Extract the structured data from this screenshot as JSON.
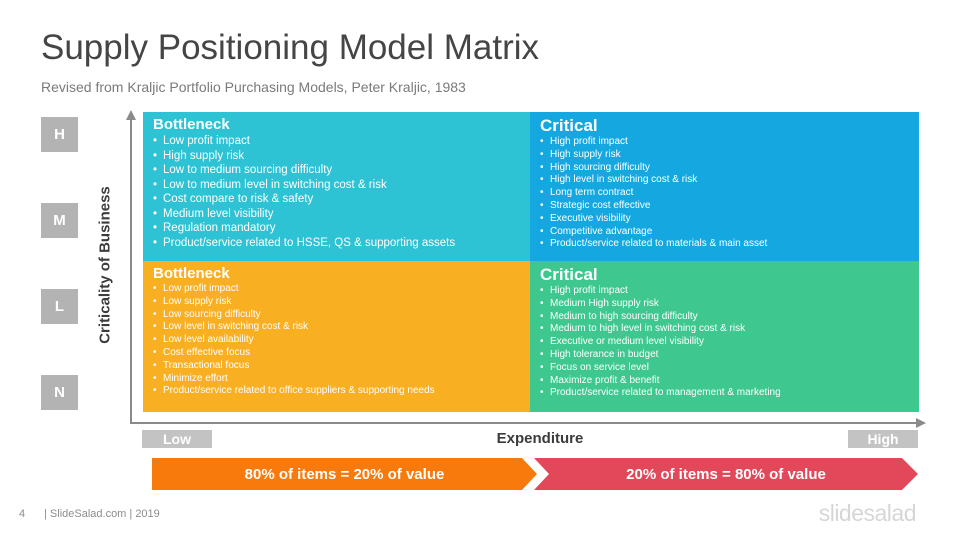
{
  "header": {
    "title": "Supply Positioning Model Matrix",
    "subtitle": "Revised from Kraljic Portfolio Purchasing Models, Peter Kraljic, 1983"
  },
  "y_axis": {
    "label": "Criticality of Business",
    "levels": [
      "H",
      "M",
      "L",
      "N"
    ]
  },
  "x_axis": {
    "label": "Expenditure",
    "low": "Low",
    "high": "High"
  },
  "quadrants": {
    "top_left": {
      "title": "Bottleneck",
      "color": "#2dc3d4",
      "items": [
        "Low profit impact",
        "High supply risk",
        "Low to medium sourcing difficulty",
        "Low to medium level in switching cost & risk",
        "Cost compare to risk & safety",
        "Medium level visibility",
        "Regulation mandatory",
        "Product/service related to HSSE, QS & supporting assets"
      ]
    },
    "top_right": {
      "title": "Critical",
      "color": "#15a8e0",
      "items": [
        "High profit impact",
        "High supply risk",
        "High sourcing difficulty",
        "High level in switching cost & risk",
        "Long term contract",
        "Strategic cost effective",
        "Executive visibility",
        "Competitive advantage",
        "Product/service related to  materials & main asset"
      ]
    },
    "bottom_left": {
      "title": "Bottleneck",
      "color": "#f8af22",
      "items": [
        "Low profit impact",
        "Low supply risk",
        "Low sourcing difficulty",
        "Low level in switching cost & risk",
        "Low level availability",
        "Cost effective focus",
        "Transactional focus",
        "Minimize effort",
        "Product/service related to office suppliers & supporting needs"
      ]
    },
    "bottom_right": {
      "title": "Critical",
      "color": "#3ec88f",
      "items": [
        "High profit impact",
        "Medium High supply risk",
        "Medium to high sourcing difficulty",
        "Medium to high level in switching cost & risk",
        "Executive or medium level visibility",
        "High tolerance in budget",
        "Focus on service level",
        "Maximize profit & benefit",
        "Product/service related to management & marketing"
      ]
    }
  },
  "banners": {
    "left": {
      "text": "80% of items = 20% of value",
      "color": "#f97a0c"
    },
    "right": {
      "text": "20% of items = 80% of value",
      "color": "#e3485a"
    }
  },
  "footer": {
    "page_number": "4",
    "credit": "| SlideSalad.com | 2019",
    "brand": "slidesalad"
  }
}
